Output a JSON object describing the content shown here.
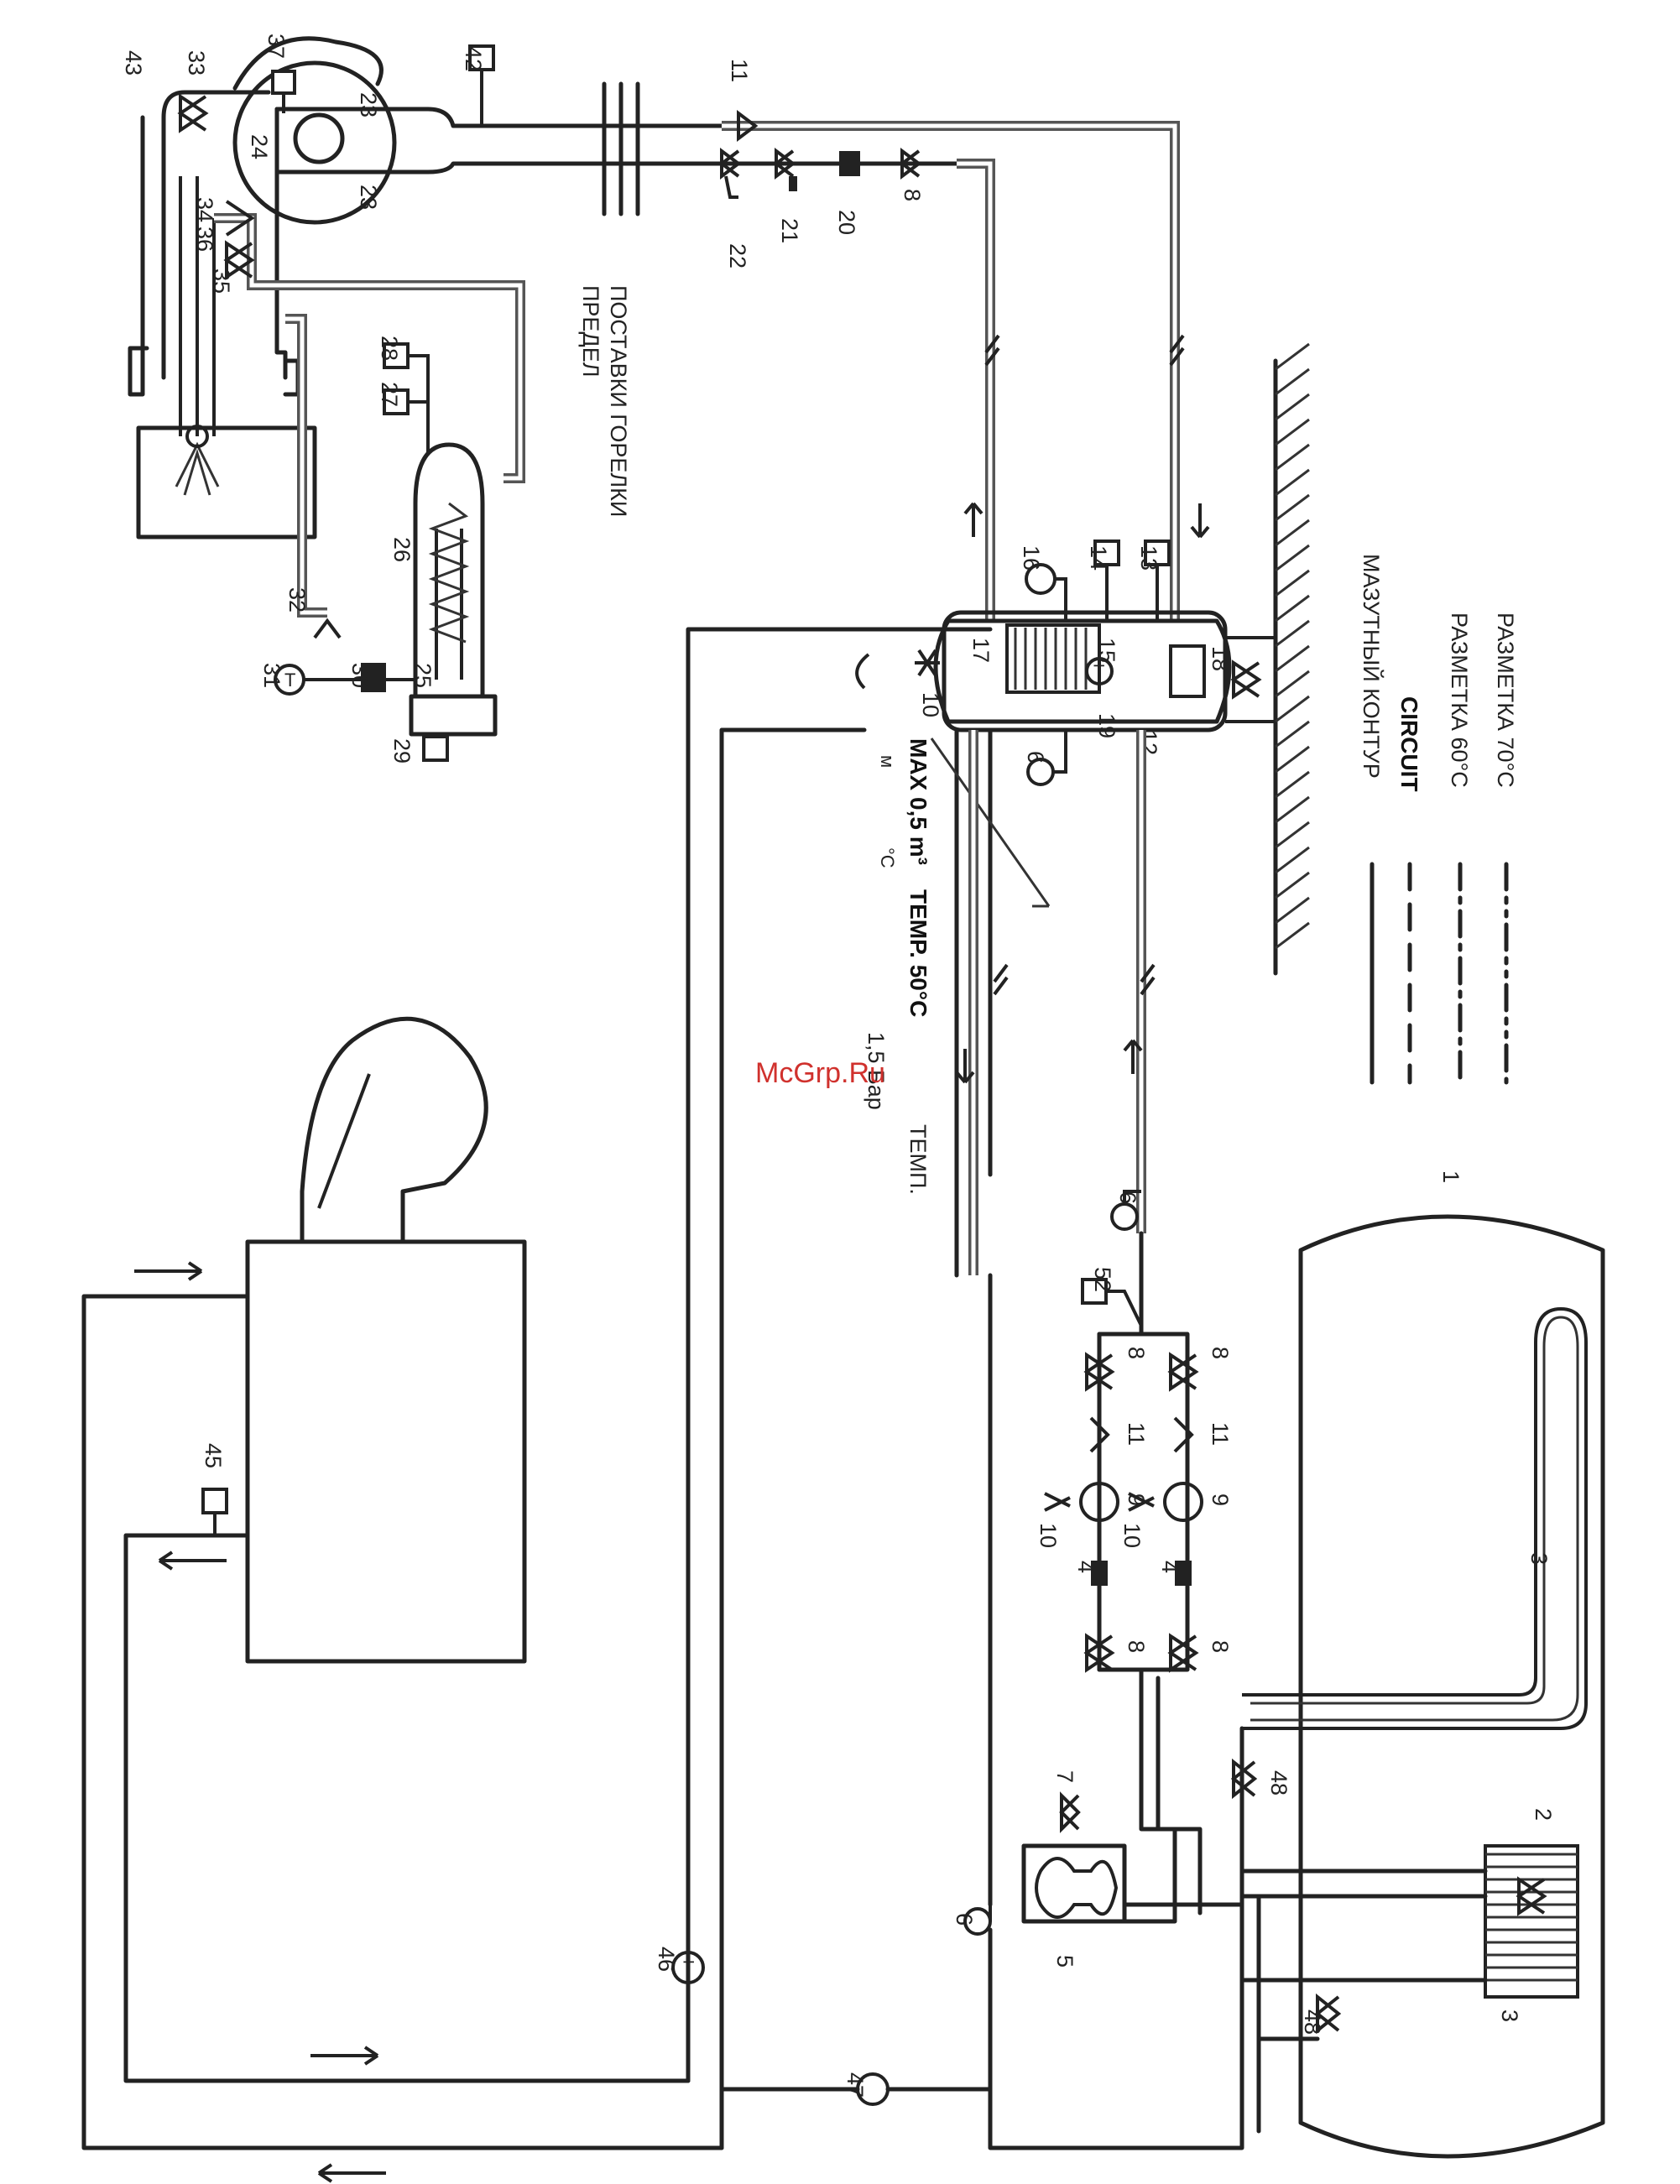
{
  "watermark": "McGrp.Ru",
  "labels": {
    "burner_limit_1": "ПРЕДЕЛ",
    "burner_limit_2": "ПОСТАВКИ ГОРЕЛКИ",
    "max_volume": "MAX 0,5 m³",
    "temp_50": "TEMP. 50°C",
    "bar": "1,5 Бар",
    "temp_short": "ТЕМП.",
    "temp_small": "°C",
    "m_small": "м"
  },
  "legend": [
    {
      "text": "МАЗУТНЫЙ КОНТУР"
    },
    {
      "text": "CIRCUIT"
    },
    {
      "text": "РАЗМЕТКА 60°C"
    },
    {
      "text": "РАЗМЕТКА 70°C"
    }
  ],
  "numbers": {
    "n1": "1",
    "n2": "2",
    "n3a": "3",
    "n3b": "3",
    "n4a": "4",
    "n4b": "4",
    "n5": "5",
    "n6a": "6",
    "n6b": "6",
    "n6c": "6",
    "n7": "7",
    "n8a": "8",
    "n8b": "8",
    "n8c": "8",
    "n8d": "8",
    "n8e": "8",
    "n8f": "8",
    "n9a": "9",
    "n9b": "9",
    "n10a": "10",
    "n10b": "10",
    "n10c": "10",
    "n11a": "11",
    "n11b": "11",
    "n11c": "11",
    "n12": "12",
    "n13": "13",
    "n14": "14",
    "n15": "15",
    "n16": "16",
    "n17": "17",
    "n18": "18",
    "n19": "19",
    "n20": "20",
    "n21": "21",
    "n22": "22",
    "n23a": "23",
    "n23b": "23",
    "n24": "24",
    "n25": "25",
    "n26": "26",
    "n27": "27",
    "n28": "28",
    "n29": "29",
    "n30": "30",
    "n31": "31",
    "n32": "32",
    "n33": "33",
    "n34": "34",
    "n35": "35",
    "n36": "36",
    "n37": "37",
    "n42": "42",
    "n43": "43",
    "n45": "45",
    "n46": "46",
    "n47": "47",
    "n48a": "48",
    "n48b": "48",
    "n52": "52"
  },
  "gauge_symbols": {
    "t1": "T",
    "t2": "T",
    "t3": "T"
  }
}
